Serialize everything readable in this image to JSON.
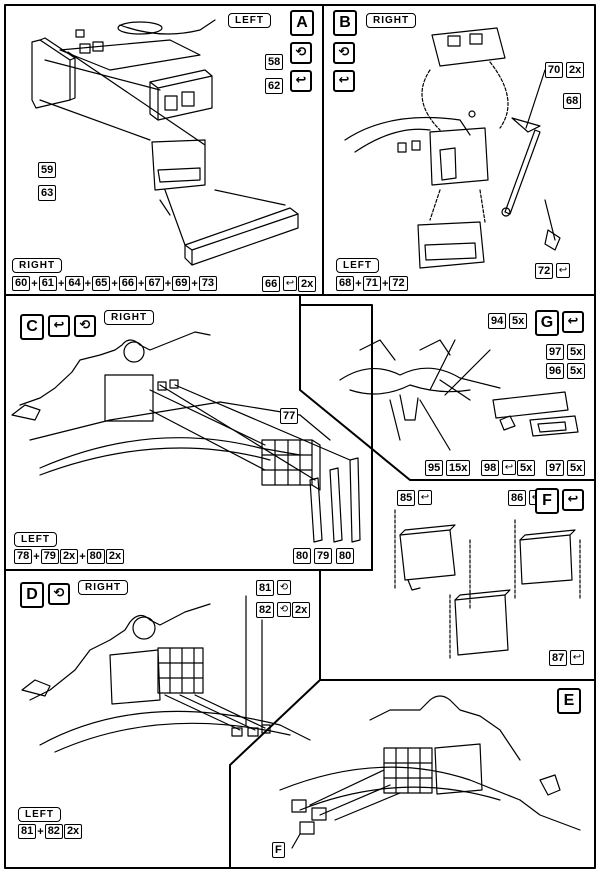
{
  "panels": {
    "A": {
      "step": "A",
      "side_label": "LEFT",
      "parts": [
        "58",
        "62",
        "59",
        "63",
        "66"
      ],
      "qty_66": "2x",
      "right_label": "RIGHT",
      "right_sequence": [
        "60",
        "61",
        "64",
        "65",
        "66",
        "67",
        "69",
        "73"
      ]
    },
    "B": {
      "step": "B",
      "side_label": "RIGHT",
      "parts": [
        "70",
        "68",
        "72"
      ],
      "qty_70": "2x",
      "left_label": "LEFT",
      "left_sequence": [
        "68",
        "71",
        "72"
      ]
    },
    "C": {
      "step": "C",
      "side_label": "RIGHT",
      "parts": [
        "77",
        "80",
        "79",
        "80"
      ],
      "left_label": "LEFT",
      "left_sequence": [
        "78",
        "79",
        "2x",
        "80",
        "2x"
      ]
    },
    "G": {
      "step": "G",
      "parts": [
        "94",
        "97",
        "96",
        "95",
        "98",
        "97"
      ],
      "qty_94": "5x",
      "qty_97a": "5x",
      "qty_96": "5x",
      "qty_95": "15x",
      "qty_98": "5x",
      "qty_97b": "5x"
    },
    "F": {
      "step": "F",
      "parts": [
        "85",
        "86",
        "87"
      ]
    },
    "D": {
      "step": "D",
      "side_label": "RIGHT",
      "parts": [
        "81",
        "82"
      ],
      "qty_82": "2x",
      "left_label": "LEFT",
      "left_sequence": [
        "81",
        "82",
        "2x"
      ]
    },
    "E": {
      "step": "E",
      "ref_label": "F"
    }
  },
  "icons": [
    "glue-icon",
    "flip-icon",
    "plus-icon"
  ]
}
